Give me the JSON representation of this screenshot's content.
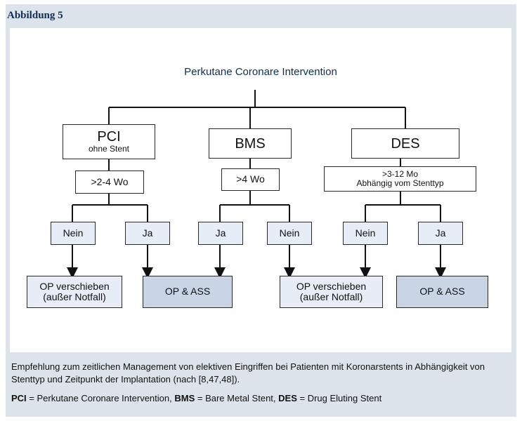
{
  "figure_label": "Abbildung 5",
  "diagram": {
    "title": "Perkutane Coronare Intervention",
    "nodes": {
      "pci": {
        "main": "PCI",
        "sub": "ohne Stent"
      },
      "bms": {
        "main": "BMS"
      },
      "des": {
        "main": "DES"
      },
      "pci_time": ">2-4 Wo",
      "bms_time": ">4 Wo",
      "des_time_1": ">3-12 Mo",
      "des_time_2": "Abhängig vom Stenttyp",
      "pci_nein": "Nein",
      "pci_ja": "Ja",
      "bms_ja": "Ja",
      "bms_nein": "Nein",
      "des_nein": "Nein",
      "des_ja": "Ja",
      "op_verschieben_1a": "OP verschieben",
      "op_verschieben_1b": "(außer Notfall)",
      "op_ass_1": "OP & ASS",
      "op_verschieben_2a": "OP verschieben",
      "op_verschieben_2b": "(außer Notfall)",
      "op_ass_2": "OP & ASS"
    }
  },
  "caption": "Empfehlung zum zeitlichen Management von elektiven Eingriffen bei Patienten mit Koronarstents in Abhängigkeit von Stenttyp und Zeitpunkt der Implantation (nach [8,47,48]).",
  "abbreviations": [
    {
      "abbr": "PCI",
      "full": "Perkutane Coronare Intervention"
    },
    {
      "abbr": "BMS",
      "full": "Bare Metal Stent"
    },
    {
      "abbr": "DES",
      "full": "Drug Eluting Stent"
    }
  ],
  "colors": {
    "heading": "#0d2e57",
    "frame": "#dde3ea",
    "light_box": "#e6edf6",
    "dark_box": "#c9d5e4"
  }
}
